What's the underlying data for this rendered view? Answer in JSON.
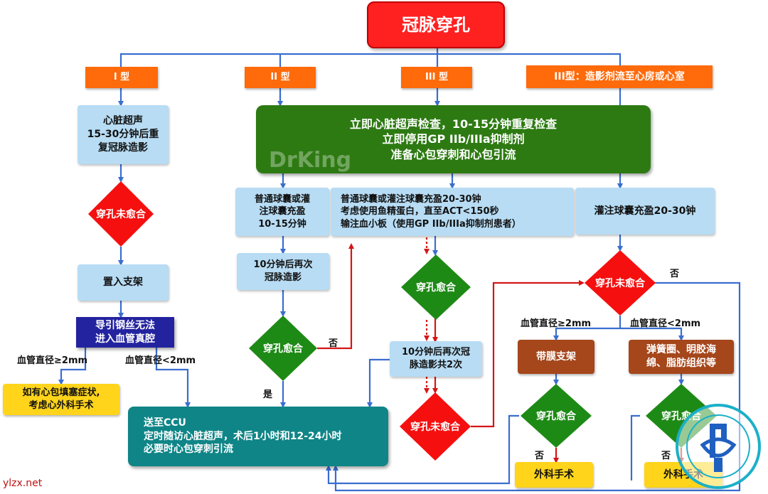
{
  "title": "冠脉穿孔",
  "types": [
    "I 型",
    "II 型",
    "III 型",
    "III型：造影剂流至心房或心室"
  ],
  "nodes": {
    "type1_box": "心脏超声\n15-30分钟后重\n复冠脉造影",
    "type1_diamond": "穿孔未愈合",
    "stent_box": "置入支架",
    "guidewire_box": "导引钢丝无法\n进入血管真腔",
    "surgery_box": "如有心包填塞症状,\n考虑心外科手术",
    "green_box": "立即心脏超声检查，10-15分钟重复检查\n立即停用GP IIb/IIIa抑制剂\n准备心包穿刺和心包引流",
    "balloon_box": "普通球囊或灌\n注球囊充盈\n10-15分钟",
    "repeat_box": "10分钟后再次\n冠脉造影",
    "healed_diamond2": "穿孔愈合",
    "mid_box": "普通球囊或灌注球囊充盈20-30钟\n考虑使用鱼精蛋白，直至ACT<150秒\n输注血小板（使用GP IIb/IIIa抑制剂患者）",
    "healed_diamond3": "穿孔愈合",
    "repeat2_box": "10分钟后再次冠\n脉造影共2次",
    "unhealed_diamond3": "穿孔未愈合",
    "perf_balloon_box": "灌注球囊充盈20-30钟",
    "unhealed_diamond4": "穿孔未愈合",
    "covered_stent_box": "带膜支架",
    "coil_box": "弹簧圈、明胶海\n绵、脂肪组织等",
    "healed_diamond_a": "穿孔愈合",
    "healed_diamond_b": "穿孔愈合",
    "surgery_a": "外科手术",
    "surgery_b": "外科手术",
    "ccu_box": "送至CCU\n定时随访心脏超声，术后1小时和12-24小时\n必要时心包穿刺引流"
  },
  "labels": {
    "d_ge2_left": "血管直径≥2mm",
    "d_lt2_left": "血管直径<2mm",
    "d_ge2_right": "血管直径≥2mm",
    "d_lt2_right": "血管直径<2mm",
    "no_1": "否",
    "yes_1": "是",
    "no_2": "否",
    "no_a": "否",
    "no_b": "否"
  },
  "watermark": "DrKing",
  "site": "ylzx.net",
  "colors": {
    "blue_line": "#3a6ecf",
    "red_line": "#d41616"
  }
}
